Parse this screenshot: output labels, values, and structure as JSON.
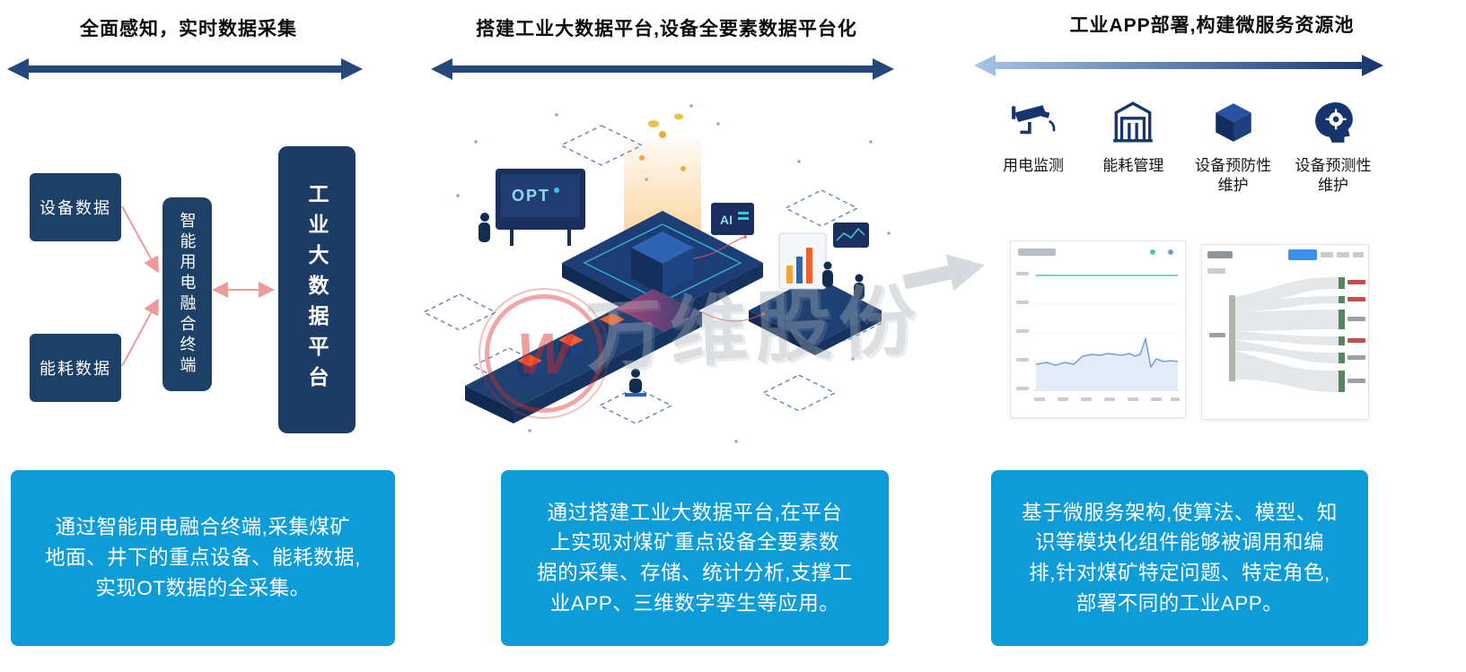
{
  "palette": {
    "navy": "#1d4066",
    "deep_navy": "#1b3a6b",
    "arrow_blue": "#24477c",
    "pink_arrow": "#ef9a9a",
    "cyan_box": "#0e9cd8",
    "icon_navy": "#16356e",
    "teal_line": "#45c8b8",
    "watermark_red": "#dd2a2a"
  },
  "watermark": {
    "stamp_letter": "W",
    "company": "万维股份"
  },
  "columns": [
    {
      "title": "全面感知，实时数据采集",
      "flow": {
        "device_box": "设备数据",
        "energy_box": "能耗数据",
        "terminal_box": "智能用电融合终端",
        "platform_box": "工业大数据平台"
      },
      "description": "通过智能用电融合终端,采集煤矿\n地面、井下的重点设备、能耗数据,\n实现OT数据的全采集。"
    },
    {
      "title": "搭建工业大数据平台,设备全要素数据平台化",
      "illustration": {
        "screen_text": "OPT",
        "panel_text": "AI"
      },
      "description": "通过搭建工业大数据平台,在平台\n上实现对煤矿重点设备全要素数\n据的采集、存储、统计分析,支撑工\n业APP、三维数字孪生等应用。"
    },
    {
      "title": "工业APP部署,构建微服务资源池",
      "apps": [
        {
          "label": "用电监测",
          "icon": "cctv-camera-icon"
        },
        {
          "label": "能耗管理",
          "icon": "warehouse-icon"
        },
        {
          "label": "设备预防性\n维护",
          "icon": "cube-icon"
        },
        {
          "label": "设备预测性\n维护",
          "icon": "ai-head-icon"
        }
      ],
      "description": "基于微服务架构,使算法、模型、知\n识等模块化组件能够被调用和编\n排,针对煤矿特定问题、特定角色,\n部署不同的工业APP。"
    }
  ]
}
